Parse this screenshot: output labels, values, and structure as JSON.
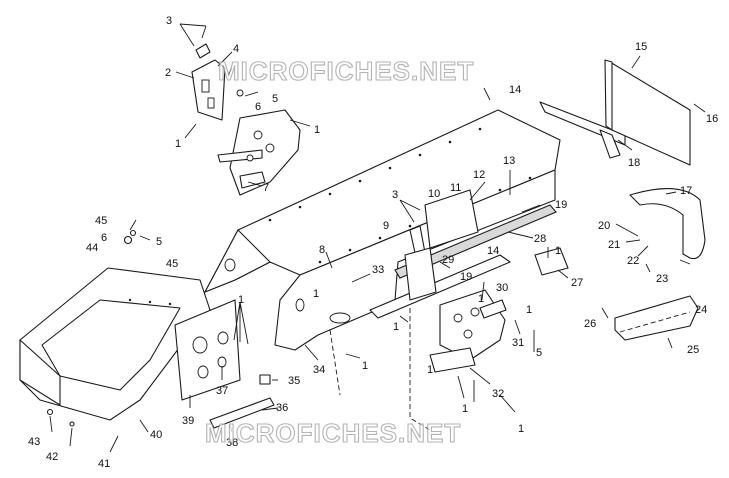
{
  "watermarks": {
    "top": "MICROFICHES.NET",
    "bottom": "MICROFICHES.NET"
  },
  "callouts": [
    {
      "id": "c3a",
      "text": "3"
    },
    {
      "id": "c4",
      "text": "4"
    },
    {
      "id": "c2",
      "text": "2"
    },
    {
      "id": "c5a",
      "text": "5"
    },
    {
      "id": "c6a",
      "text": "6"
    },
    {
      "id": "c1a",
      "text": "1"
    },
    {
      "id": "c1b",
      "text": "1"
    },
    {
      "id": "c7",
      "text": "7"
    },
    {
      "id": "c15",
      "text": "15"
    },
    {
      "id": "c14a",
      "text": "14"
    },
    {
      "id": "c16",
      "text": "16"
    },
    {
      "id": "c18",
      "text": "18"
    },
    {
      "id": "c17",
      "text": "17"
    },
    {
      "id": "c13",
      "text": "13"
    },
    {
      "id": "c12",
      "text": "12"
    },
    {
      "id": "c10",
      "text": "10"
    },
    {
      "id": "c11",
      "text": "11"
    },
    {
      "id": "c3b",
      "text": "3"
    },
    {
      "id": "c9",
      "text": "9"
    },
    {
      "id": "c19a",
      "text": "19"
    },
    {
      "id": "c28",
      "text": "28"
    },
    {
      "id": "c14b",
      "text": "14"
    },
    {
      "id": "c20",
      "text": "20"
    },
    {
      "id": "c21",
      "text": "21"
    },
    {
      "id": "c22",
      "text": "22"
    },
    {
      "id": "c23",
      "text": "23"
    },
    {
      "id": "c1c",
      "text": "1"
    },
    {
      "id": "c29",
      "text": "29"
    },
    {
      "id": "c27",
      "text": "27"
    },
    {
      "id": "c8",
      "text": "8"
    },
    {
      "id": "c33",
      "text": "33"
    },
    {
      "id": "c1d",
      "text": "1"
    },
    {
      "id": "c19b",
      "text": "19"
    },
    {
      "id": "c1e",
      "text": "1"
    },
    {
      "id": "c30",
      "text": "30"
    },
    {
      "id": "c1f",
      "text": "1"
    },
    {
      "id": "c1g",
      "text": "1"
    },
    {
      "id": "c31",
      "text": "31"
    },
    {
      "id": "c5b",
      "text": "5"
    },
    {
      "id": "c1h",
      "text": "1"
    },
    {
      "id": "c34",
      "text": "34"
    },
    {
      "id": "c1i",
      "text": "1"
    },
    {
      "id": "c32",
      "text": "32"
    },
    {
      "id": "c1j",
      "text": "1"
    },
    {
      "id": "c1k",
      "text": "1"
    },
    {
      "id": "c24",
      "text": "24"
    },
    {
      "id": "c26",
      "text": "26"
    },
    {
      "id": "c25",
      "text": "25"
    },
    {
      "id": "c45a",
      "text": "45"
    },
    {
      "id": "c6b",
      "text": "6"
    },
    {
      "id": "c5c",
      "text": "5"
    },
    {
      "id": "c44",
      "text": "44"
    },
    {
      "id": "c45b",
      "text": "45"
    },
    {
      "id": "c1l",
      "text": "1"
    },
    {
      "id": "c35",
      "text": "35"
    },
    {
      "id": "c37",
      "text": "37"
    },
    {
      "id": "c36",
      "text": "36"
    },
    {
      "id": "c39",
      "text": "39"
    },
    {
      "id": "c38",
      "text": "38"
    },
    {
      "id": "c40",
      "text": "40"
    },
    {
      "id": "c43",
      "text": "43"
    },
    {
      "id": "c42",
      "text": "42"
    },
    {
      "id": "c41",
      "text": "41"
    }
  ]
}
